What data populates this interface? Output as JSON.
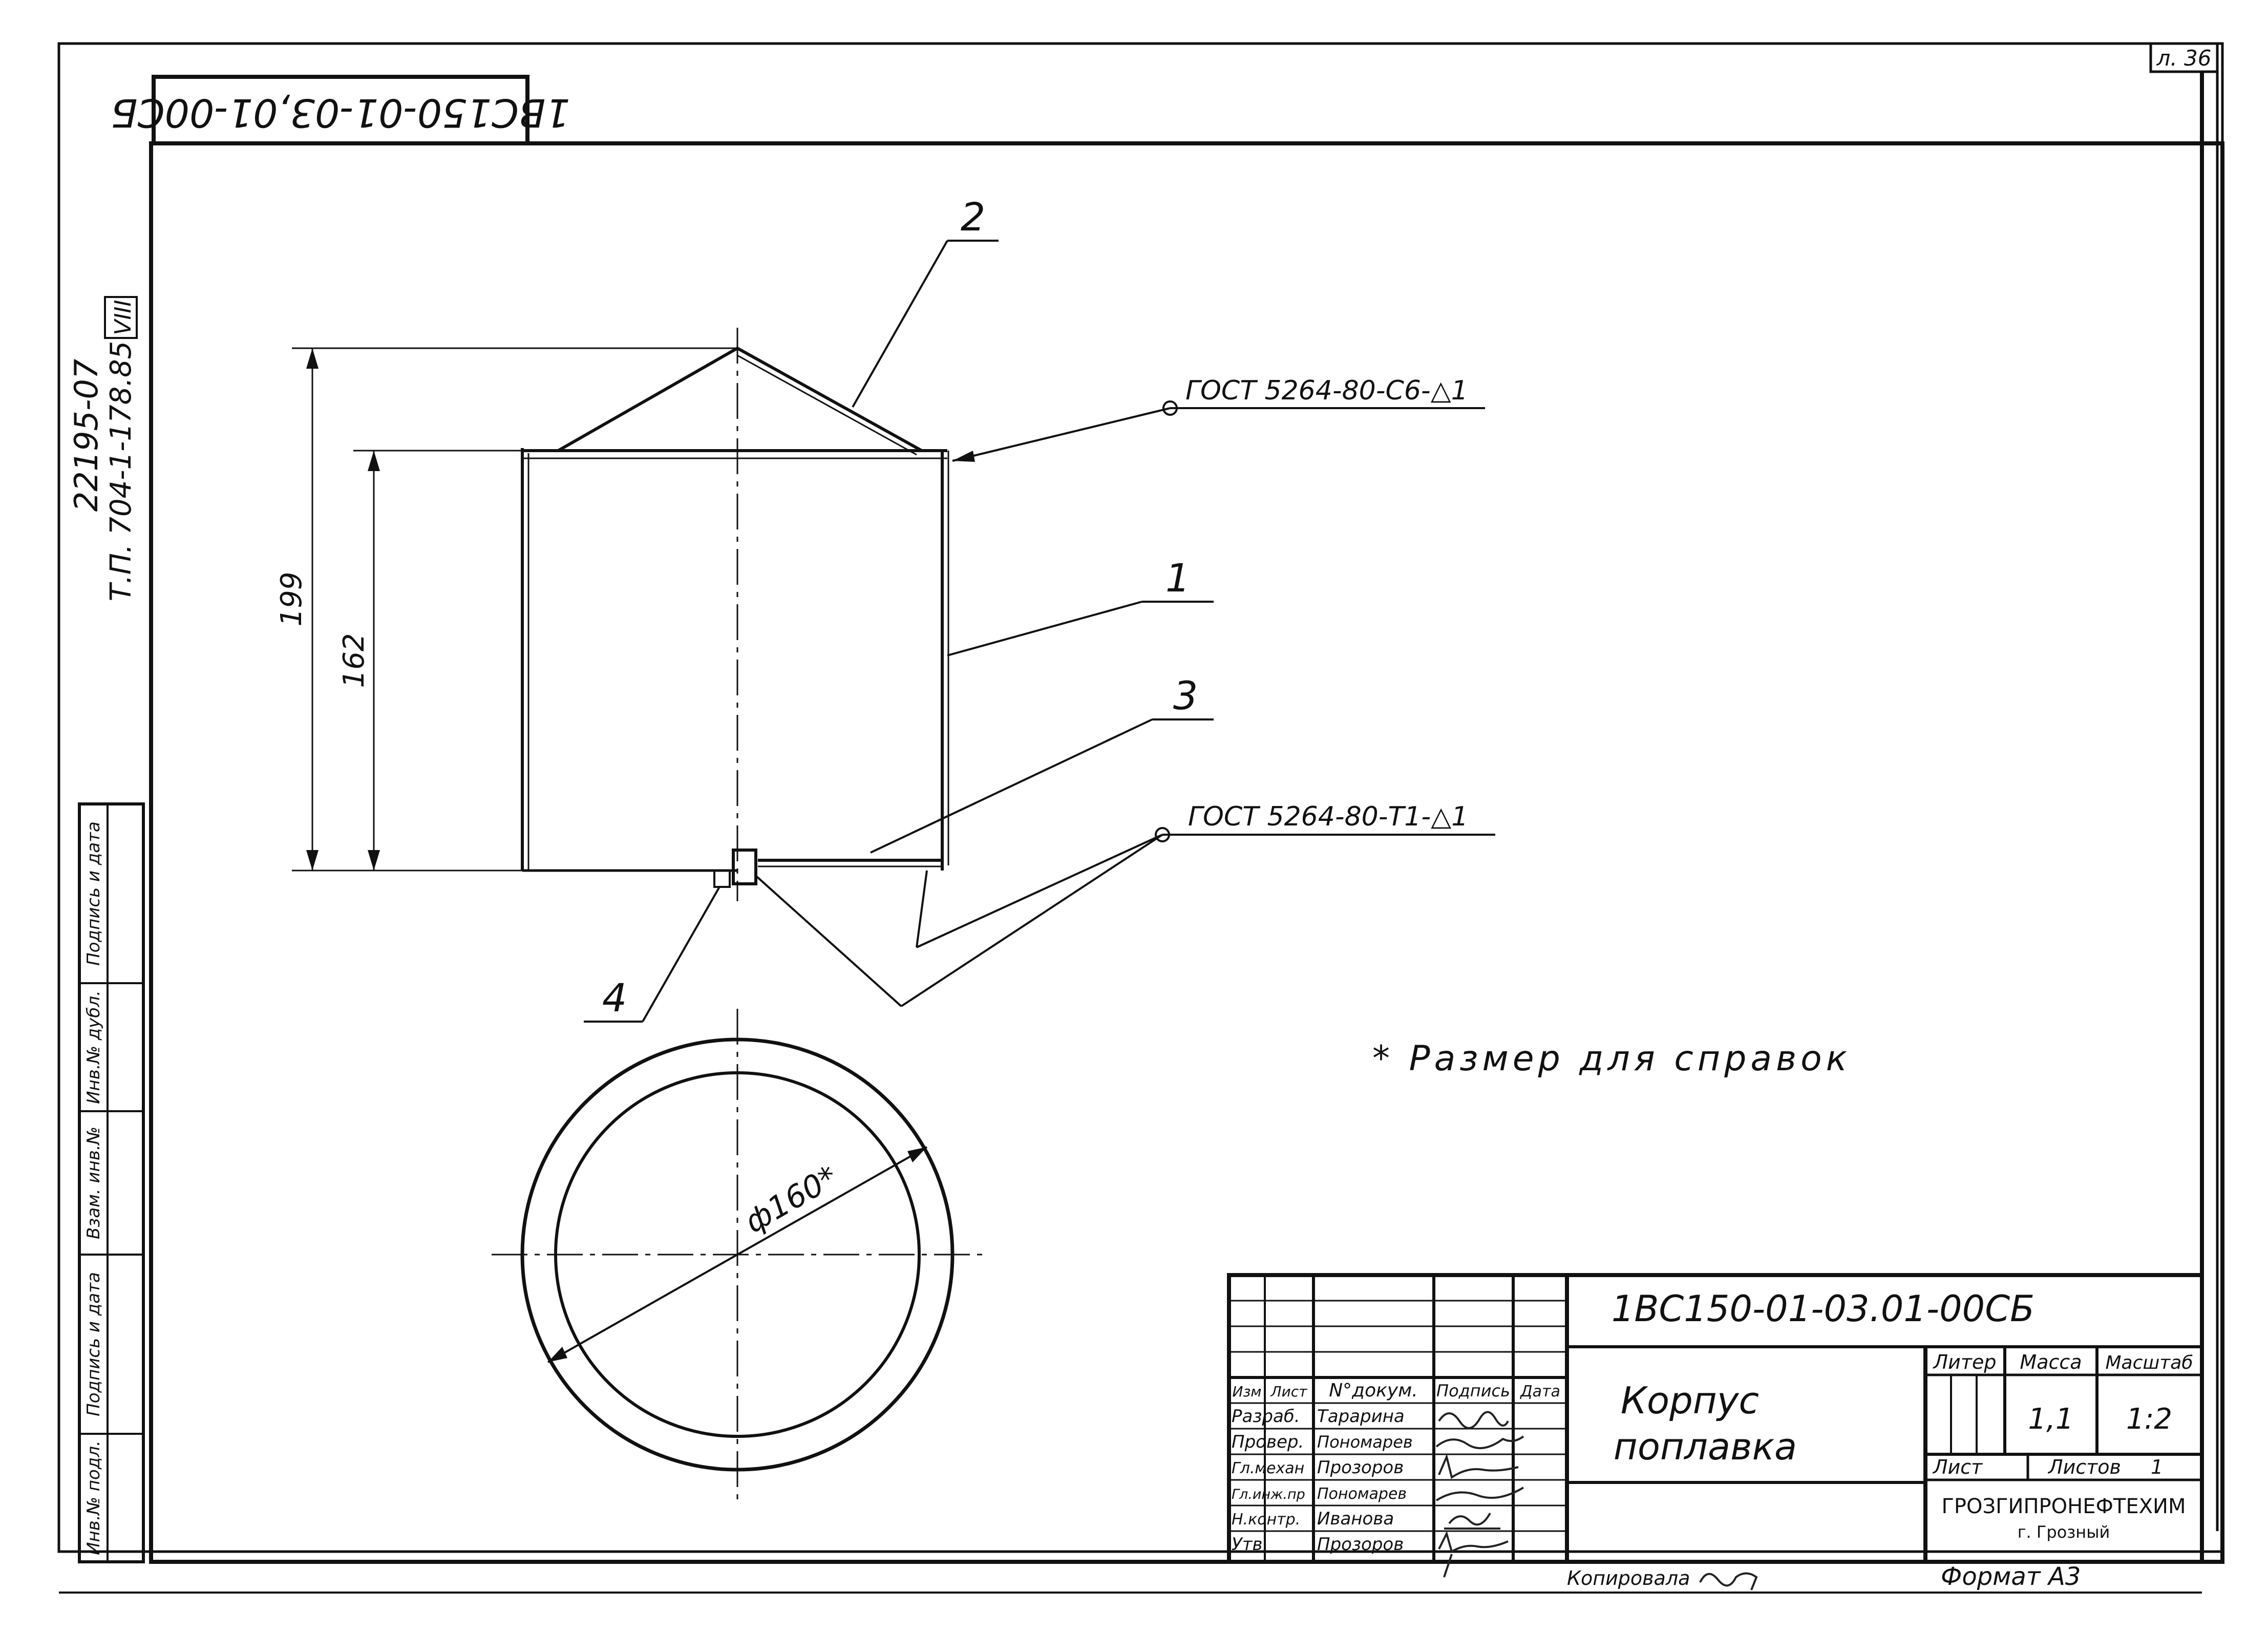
{
  "sheet": {
    "sheet_number": "л. 36",
    "drawing_code_rotated": "1ВС150-01-03,01-00СБ",
    "left_margin_code": "22195-07",
    "left_margin_project": "Т.П. 704-1-178.85",
    "left_margin_album": "VIII",
    "side_stamp_labels": [
      "Инв.№ подл.",
      "Подпись и дата",
      "Взам. инв.№",
      "Инв.№ дубл.",
      "Подпись и дата"
    ]
  },
  "drawing": {
    "dimensions": {
      "total_height": "199",
      "body_height": "162",
      "diameter": "ф160*"
    },
    "weld_callouts": [
      "ГОСТ 5264-80-С6-△1",
      "ГОСТ 5264-80-Т1-△1"
    ],
    "part_numbers": [
      "1",
      "2",
      "3",
      "4"
    ],
    "note": "* Размер для справок"
  },
  "title_block": {
    "designation": "1ВС150-01-03.01-00СБ",
    "name_line1": "Корпус",
    "name_line2": "поплавка",
    "headers": {
      "izm": "Изм",
      "list": "Лист",
      "doc_no": "N°докум.",
      "signature": "Подпись",
      "date": "Дата"
    },
    "roles": [
      {
        "role": "Разраб.",
        "name": "Тарарина"
      },
      {
        "role": "Провер.",
        "name": "Пономарев"
      },
      {
        "role": "Гл.механ",
        "name": "Прозоров"
      },
      {
        "role": "Гл.инж.пр",
        "name": "Пономарев"
      },
      {
        "role": "Н.контр.",
        "name": "Иванова"
      },
      {
        "role": "Утв.",
        "name": "Прозоров"
      }
    ],
    "liter_label": "Литер",
    "mass_label": "Масса",
    "scale_label": "Масштаб",
    "mass": "1,1",
    "scale": "1:2",
    "sheet_label": "Лист",
    "sheets_label": "Листов",
    "sheets_count": "1",
    "organization": "ГРОЗГИПРОНЕФТЕХИМ",
    "city": "г. Грозный",
    "copied_by": "Копировала",
    "format": "Формат А3"
  }
}
